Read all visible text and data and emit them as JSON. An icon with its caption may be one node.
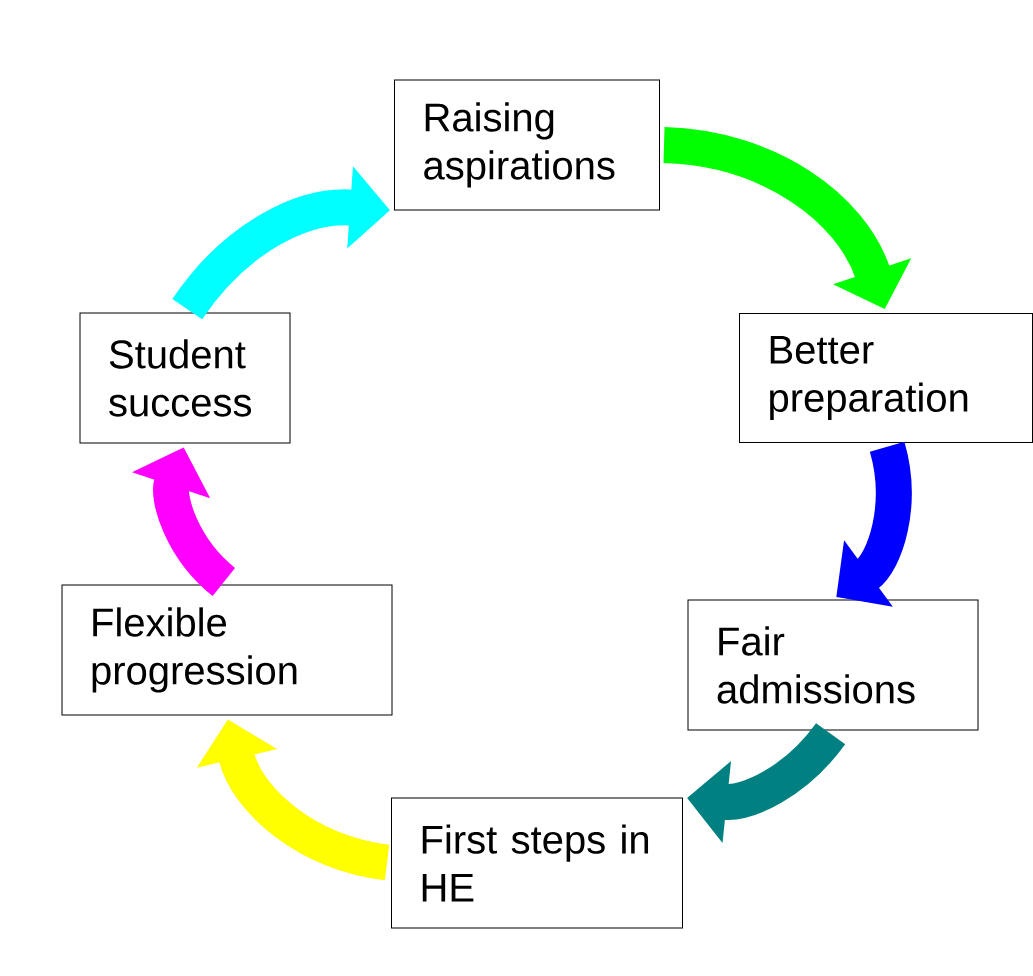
{
  "diagram": {
    "nodes": [
      {
        "text": [
          "Raising aspirations"
        ]
      },
      {
        "text": [
          "Better preparation"
        ]
      },
      {
        "text": [
          "Fair admissions"
        ]
      },
      {
        "text": [
          "First steps in HE"
        ]
      },
      {
        "text": [
          "Flexible progression"
        ]
      },
      {
        "text": [
          "Student success"
        ]
      }
    ],
    "edges": [
      {
        "from": 0,
        "to": 1,
        "arrow": "to",
        "color": "#00ff00"
      },
      {
        "from": 1,
        "to": 2,
        "arrow": "to",
        "color": "#0000ff"
      },
      {
        "from": 2,
        "to": 3,
        "arrow": "to",
        "color": "#008080"
      },
      {
        "from": 3,
        "to": 4,
        "arrow": "to",
        "color": "#ffff00"
      },
      {
        "from": 4,
        "to": 5,
        "arrow": "to",
        "color": "#ff00ff"
      },
      {
        "from": 5,
        "to": 0,
        "arrow": "to",
        "color": "#00ffff"
      }
    ]
  }
}
